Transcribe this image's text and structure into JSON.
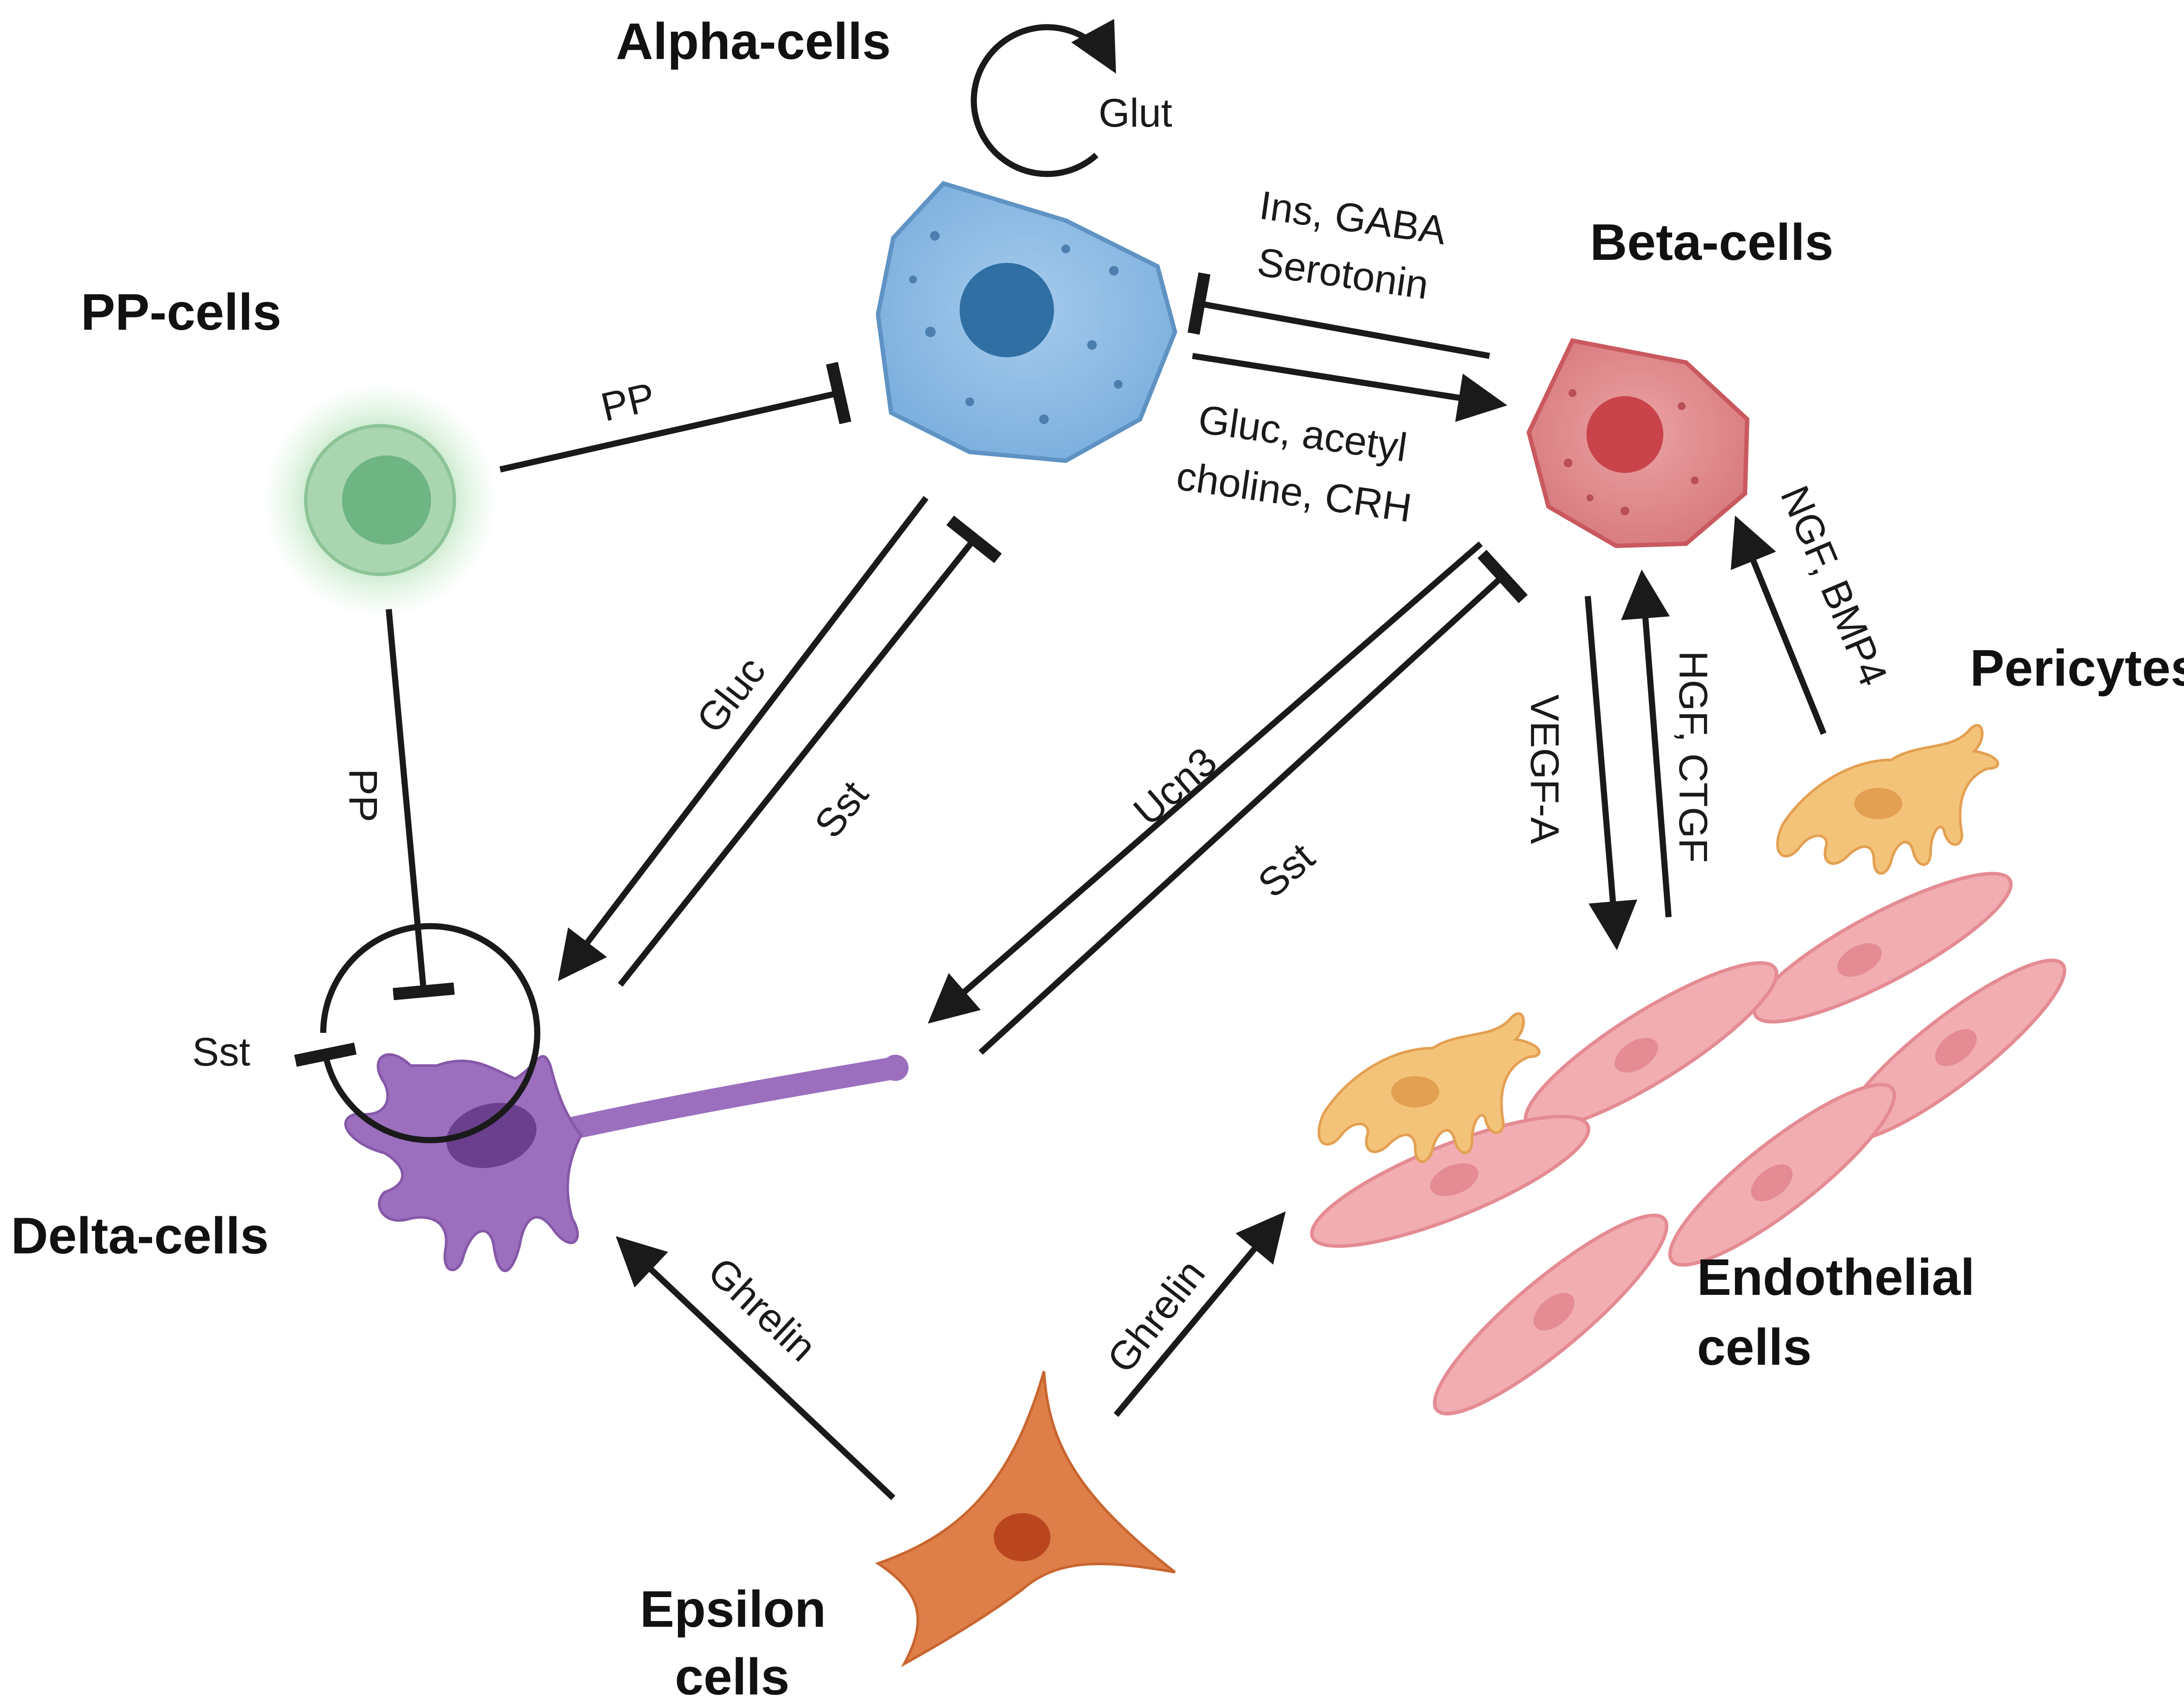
{
  "cell_labels": {
    "alpha": "Alpha-cells",
    "beta": "Beta-cells",
    "pp": "PP-cells",
    "pericytes": "Pericytes",
    "delta": "Delta-cells",
    "endothelial_line1": "Endothelial",
    "endothelial_line2": "cells",
    "epsilon_line1": "Epsilon",
    "epsilon_line2": "cells"
  },
  "signal_labels": {
    "alpha_autocrine": "Glut",
    "delta_autocrine": "Sst",
    "beta_to_alpha_line1": "Ins, GABA",
    "beta_to_alpha_line2": "Serotonin",
    "alpha_to_beta_line1": "Gluc, acetyl",
    "alpha_to_beta_line2": "choline, CRH",
    "pp_to_alpha": "PP",
    "pp_to_delta": "PP",
    "alpha_to_delta": "Gluc",
    "delta_to_alpha": "Sst",
    "beta_to_delta": "Ucn3",
    "delta_to_beta": "Sst",
    "beta_to_endothelial": "VEGF-A",
    "endothelial_to_beta": "HGF, CTGF",
    "pericytes_to_beta": "NGF, BMP4",
    "epsilon_to_delta": "Ghrelin",
    "epsilon_to_endothelial": "Ghrelin"
  },
  "colors": {
    "alpha_cell": "#86b6e2",
    "alpha_nucleus": "#2f6fa3",
    "beta_cell": "#df8a8c",
    "beta_nucleus": "#c8444a",
    "pp_cell": "#a9d6b0",
    "pp_nucleus": "#6fb583",
    "delta_cell": "#9b6fbd",
    "delta_nucleus": "#6a3f8d",
    "endothelial_cell": "#f1adb2",
    "endothelial_nucleus": "#e48b93",
    "pericyte_cell": "#f4c37a",
    "pericyte_nucleus": "#e3a052",
    "epsilon_cell": "#de7f4a",
    "epsilon_nucleus": "#b9461f",
    "arrow": "#1a1a1a"
  },
  "icons": {
    "arrowhead": "stimulation-arrowhead",
    "inhibition": "inhibition-bar-end"
  }
}
